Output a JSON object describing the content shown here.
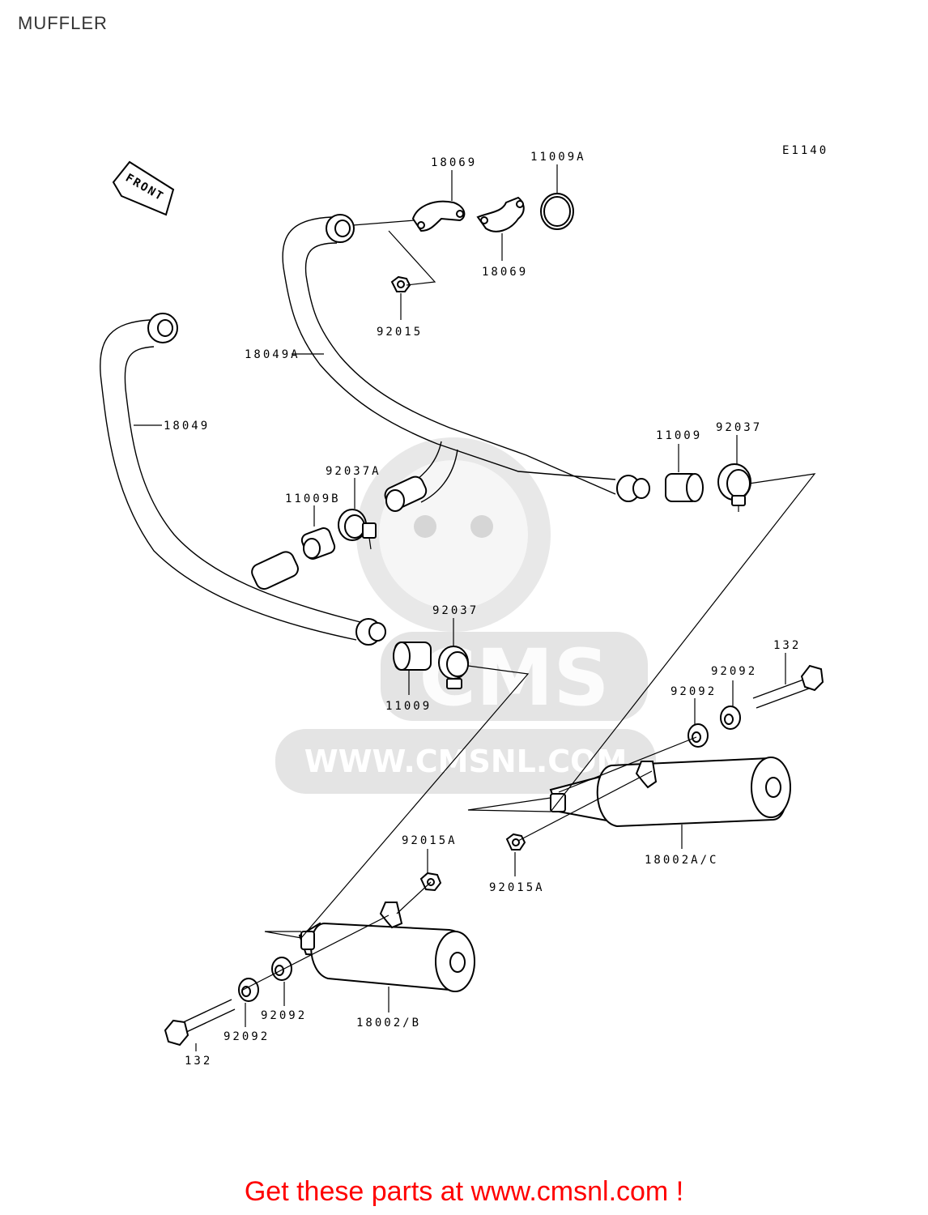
{
  "header": {
    "title": "MUFFLER"
  },
  "diagram": {
    "ref_code": "E1140",
    "front_marker": "FRONT",
    "watermark": {
      "logo_text": "CMS",
      "url_text": "WWW.CMSNL.COM"
    },
    "callouts": [
      "18069",
      "11009A",
      "18069",
      "92015",
      "18049A",
      "18049",
      "11009",
      "92037",
      "92037A",
      "11009B",
      "92037",
      "11009",
      "132",
      "92092",
      "92092",
      "18002A/C",
      "92015A",
      "92015A",
      "92092",
      "92092",
      "18002/B",
      "132"
    ]
  },
  "footer": {
    "text": "Get these parts at www.cmsnl.com !"
  },
  "colors": {
    "footer_text": "#ff0000",
    "watermark": "#d6d6d6",
    "line": "#000000"
  }
}
